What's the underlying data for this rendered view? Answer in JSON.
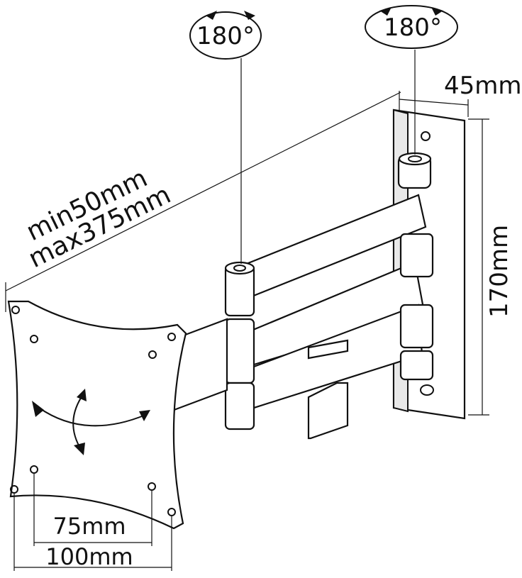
{
  "labels": {
    "rotate_arm": "180°",
    "rotate_wall": "180°",
    "depth": "45mm",
    "extension_min": "min50mm",
    "extension_max": "max375mm",
    "height": "170mm",
    "vesa_small": "75mm",
    "vesa_large": "100mm"
  }
}
